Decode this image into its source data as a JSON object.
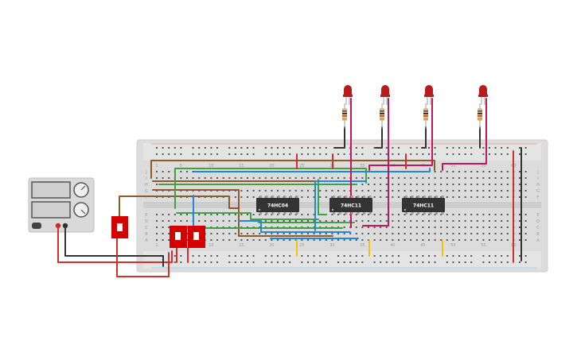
{
  "circuit": {
    "chips": [
      {
        "label": "74HC04"
      },
      {
        "label": "74HC11"
      },
      {
        "label": "74HC11"
      }
    ],
    "column_numbers": [
      "1",
      "5",
      "10",
      "15",
      "20",
      "25",
      "30",
      "35",
      "40",
      "45",
      "50",
      "55",
      "60"
    ],
    "row_letters_top": [
      "J",
      "I",
      "H",
      "G",
      "F"
    ],
    "row_letters_bottom": [
      "E",
      "D",
      "C",
      "B",
      "A"
    ],
    "leds": [
      {
        "name": "led-1",
        "color": "#b71c1c"
      },
      {
        "name": "led-2",
        "color": "#b71c1c"
      },
      {
        "name": "led-3",
        "color": "#b71c1c"
      },
      {
        "name": "led-4",
        "color": "#b71c1c"
      }
    ],
    "switches": [
      {
        "name": "switch-1"
      },
      {
        "name": "switch-2"
      },
      {
        "name": "switch-3"
      }
    ],
    "power_supply": {
      "name": "power-supply"
    }
  },
  "colors": {
    "breadboard": "#dcdcdc",
    "chip": "#333333",
    "wire_brown": "#8d5a2b",
    "wire_green": "#43a047",
    "wire_blue": "#1e88e5",
    "wire_pink": "#c2185b",
    "wire_red": "#d32f2f",
    "wire_black": "#333333",
    "wire_yellow": "#f4c20d",
    "switch_red": "#d50000"
  }
}
